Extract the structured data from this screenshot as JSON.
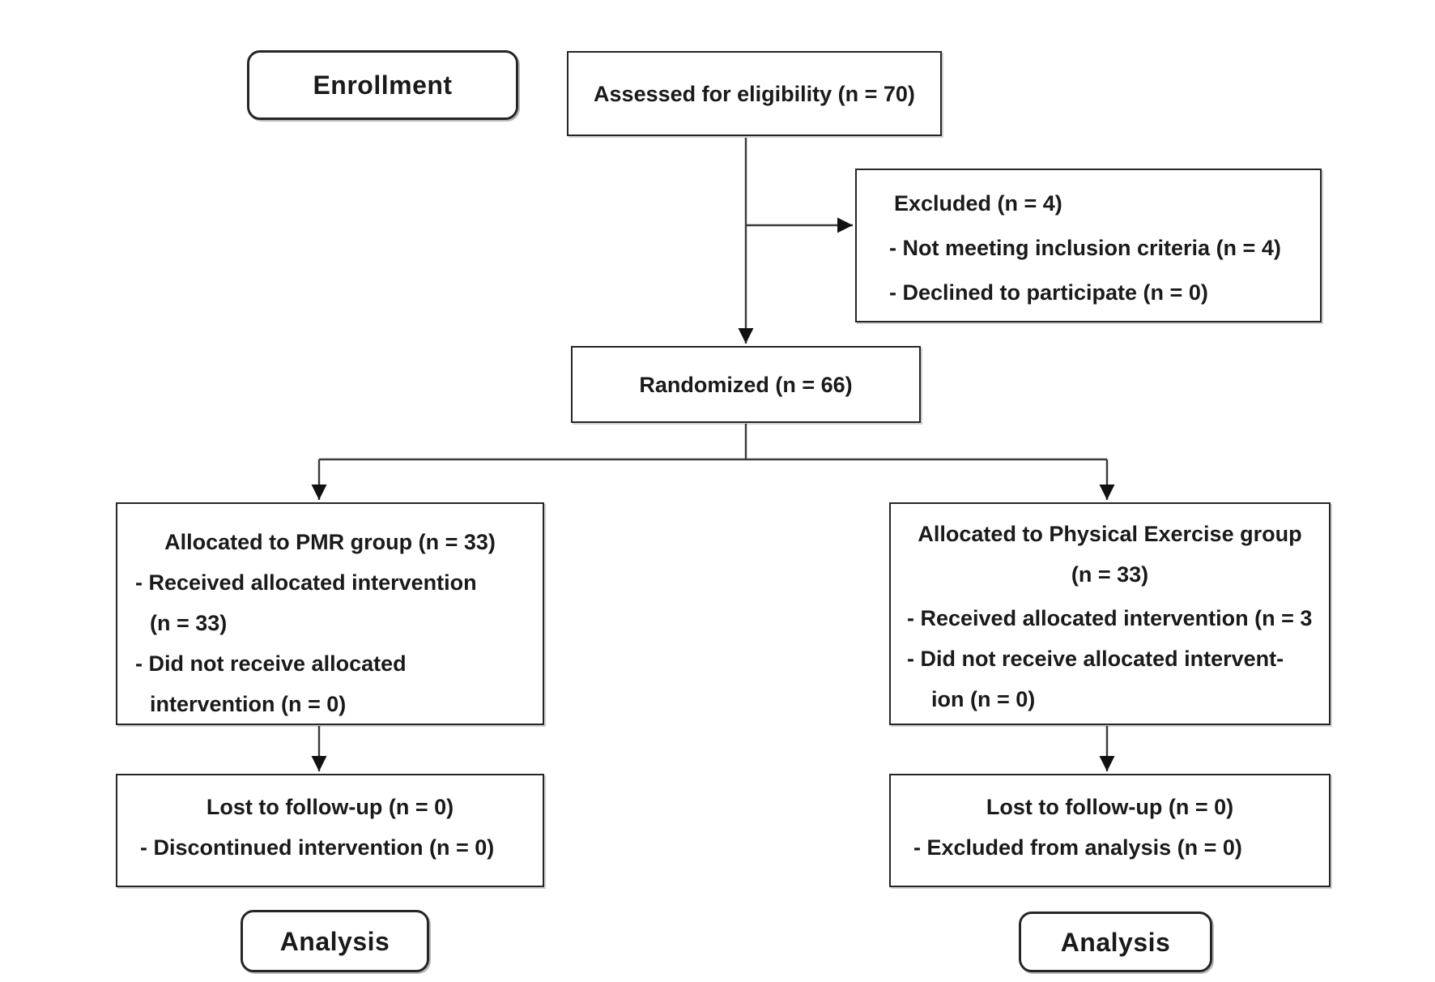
{
  "colors": {
    "ink": "#1a1a1a",
    "line": "#3a3a3a",
    "background": "#ffffff",
    "box_border": "#262626"
  },
  "stages": {
    "enrollment": "Enrollment",
    "analysis_left": "Analysis",
    "analysis_right": "Analysis"
  },
  "boxes": {
    "assessed": {
      "text": "Assessed for eligibility (n = 70)"
    },
    "excluded": {
      "title": "Excluded (n = 4)",
      "item1": "- Not meeting inclusion criteria (n = 4)",
      "item2": "- Declined to participate (n = 0)"
    },
    "randomized": {
      "text": "Randomized (n = 66)"
    },
    "alloc_pmr": {
      "title": "Allocated to PMR group (n = 33)",
      "line1": "- Received allocated intervention",
      "line2": "(n = 33)",
      "line3": "- Did not receive allocated",
      "line4": "intervention (n = 0)"
    },
    "alloc_exercise": {
      "title_line1": "Allocated to Physical Exercise group",
      "title_line2": "(n = 33)",
      "line1": "- Received allocated intervention (n = 3",
      "line2": "- Did not receive allocated intervent-",
      "line3": "ion (n = 0)"
    },
    "followup_pmr": {
      "title": "Lost to follow-up (n = 0)",
      "item1": "- Discontinued intervention (n = 0)"
    },
    "followup_exercise": {
      "title": "Lost to follow-up (n = 0)",
      "item1": "- Excluded from analysis (n = 0)"
    }
  }
}
